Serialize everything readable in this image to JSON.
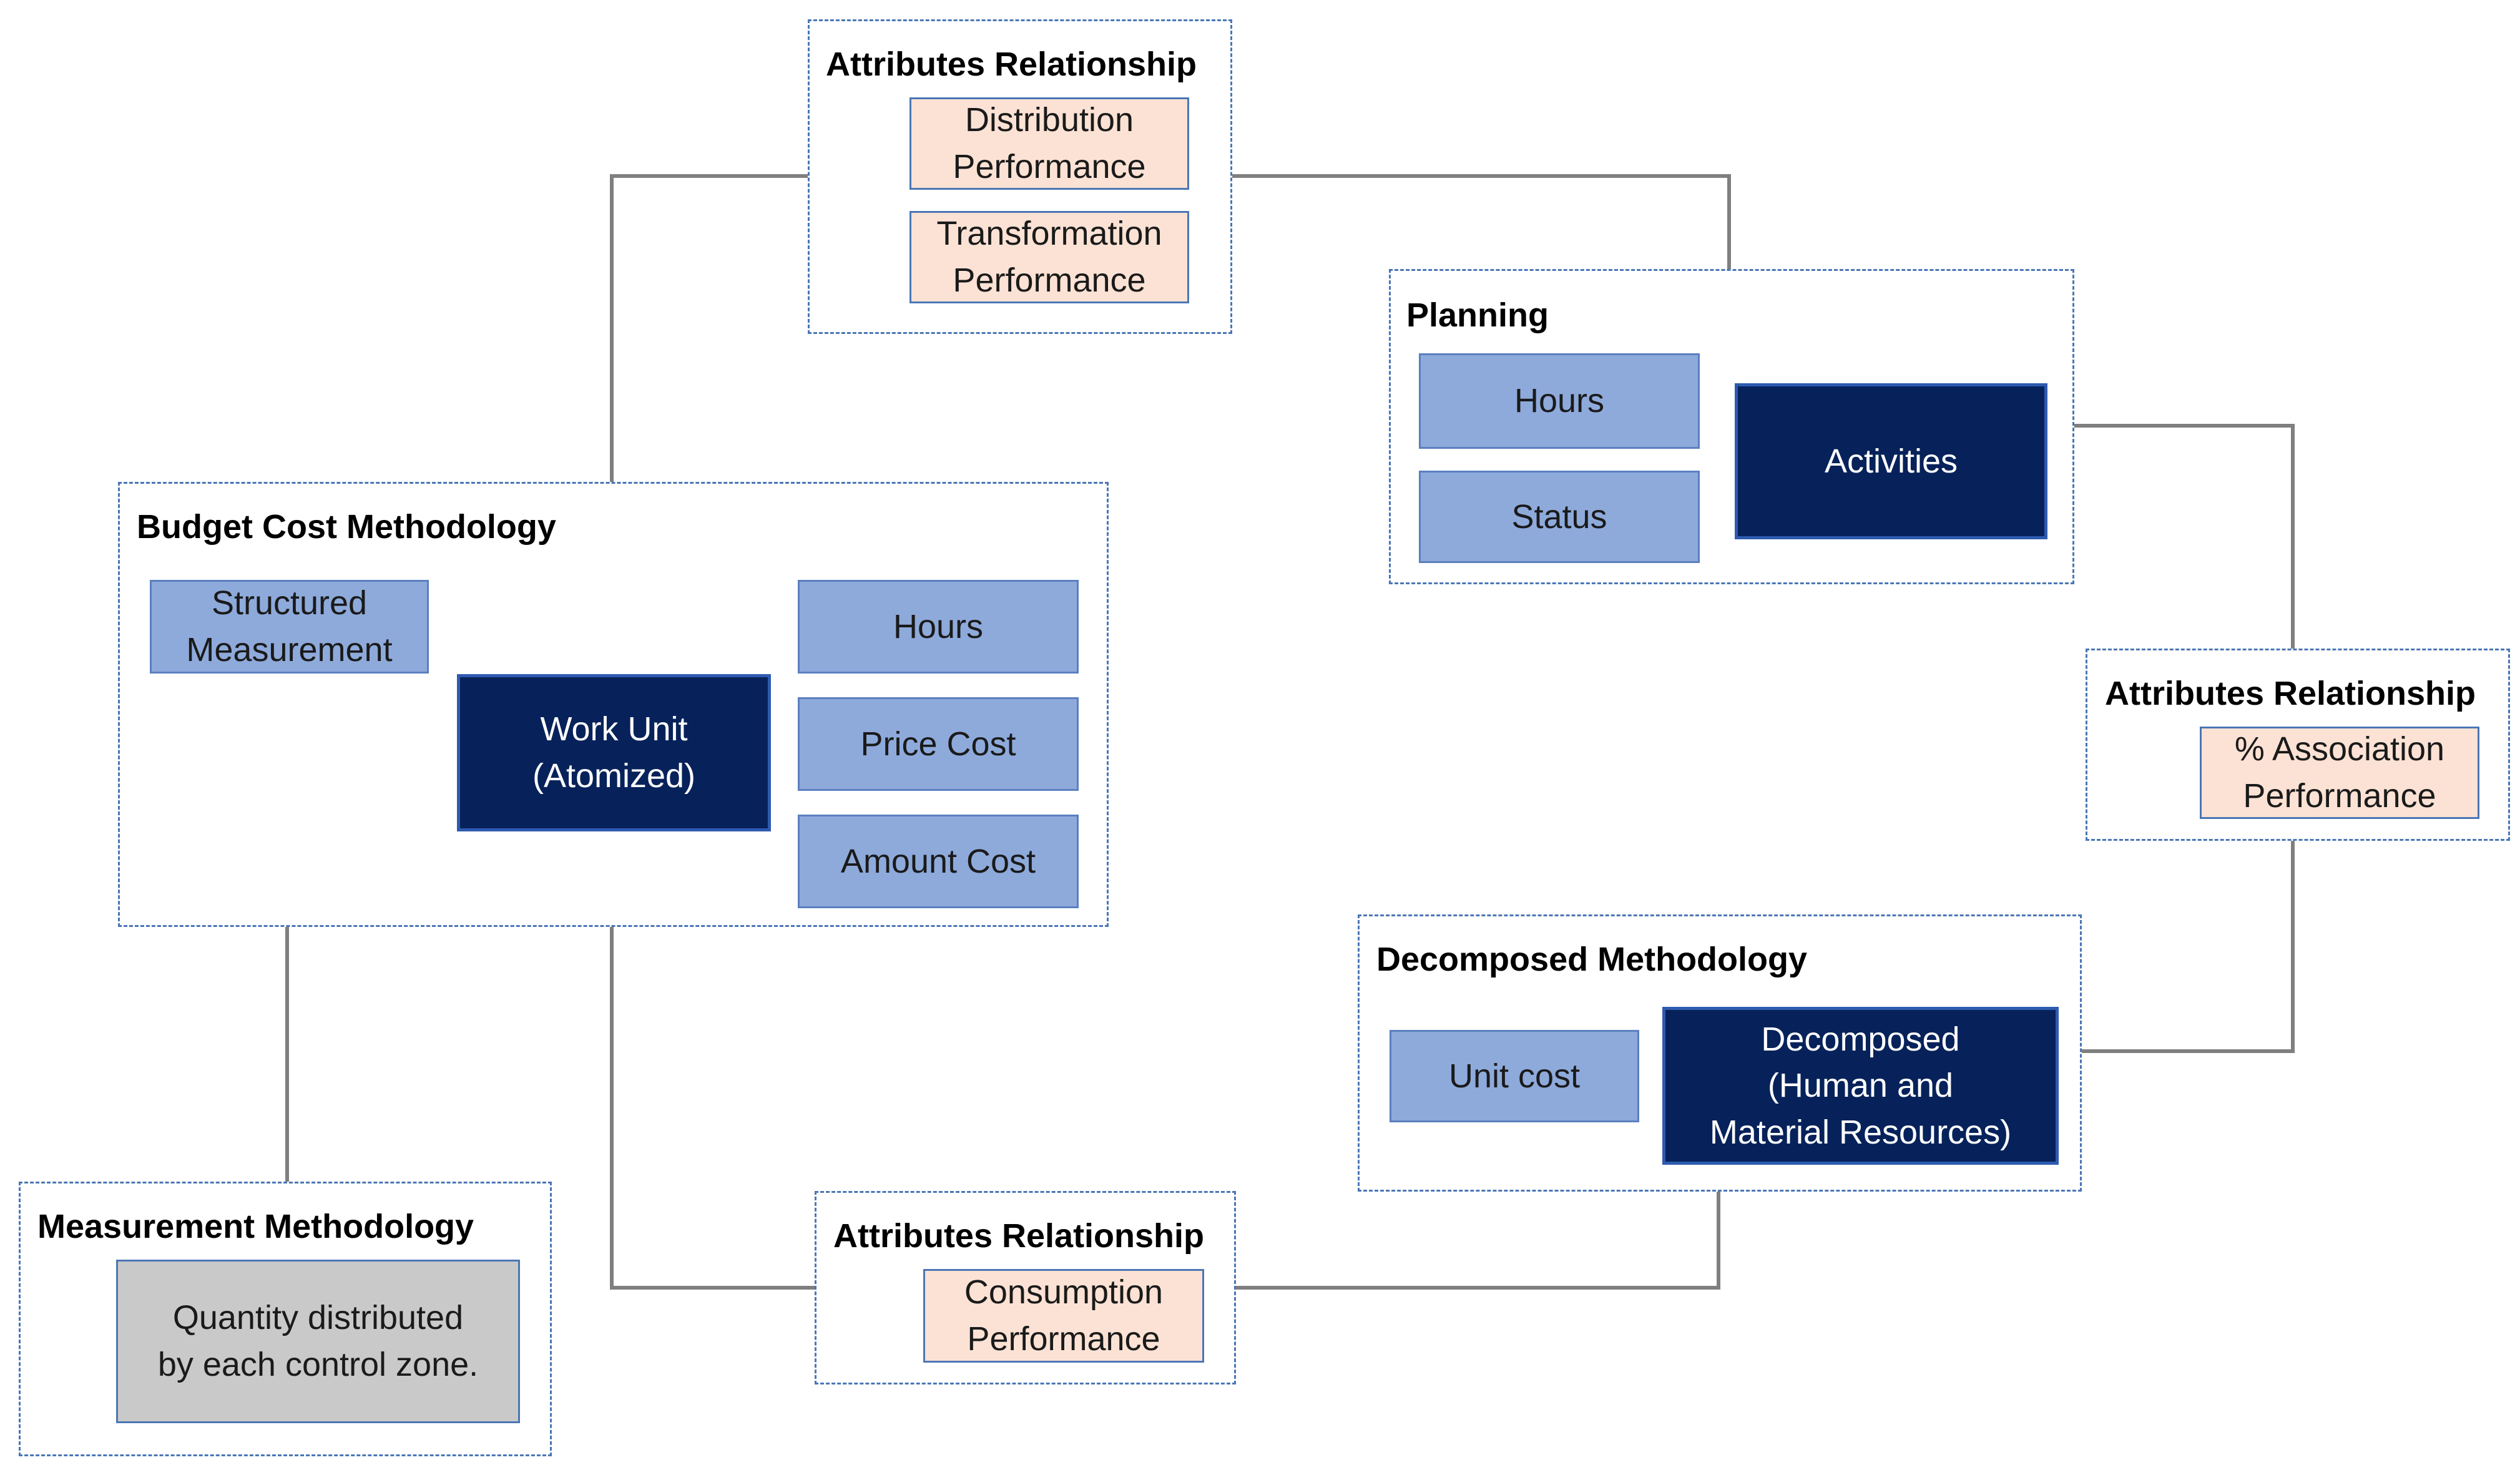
{
  "groups": {
    "attributes_top": {
      "title": "Attributes Relationship",
      "items": [
        "Distribution\nPerformance",
        "Transformation\nPerformance"
      ]
    },
    "planning": {
      "title": "Planning",
      "hours": "Hours",
      "status": "Status",
      "activities": "Activities"
    },
    "attributes_right": {
      "title": "Attributes Relationship",
      "items": [
        "% Association\nPerformance"
      ]
    },
    "budget": {
      "title": "Budget Cost Methodology",
      "structured": "Structured\nMeasurement",
      "work_unit": "Work Unit\n(Atomized)",
      "hours": "Hours",
      "price_cost": "Price Cost",
      "amount_cost": "Amount Cost"
    },
    "decomposed": {
      "title": "Decomposed Methodology",
      "unit_cost": "Unit cost",
      "decomposed_box": "Decomposed\n(Human and\nMaterial Resources)"
    },
    "measurement": {
      "title": "Measurement Methodology",
      "quantity": "Quantity distributed\nby each control zone."
    },
    "attributes_bottom": {
      "title": "Attributes Relationship",
      "items": [
        "Consumption\nPerformance"
      ]
    }
  },
  "colors": {
    "group_border": "#4a76b5",
    "light_box": "#8eaadb",
    "dark_box": "#07225a",
    "peach_box": "#fbe2d4",
    "gray_box": "#c9c9c9",
    "connector": "#7f7f7f"
  }
}
